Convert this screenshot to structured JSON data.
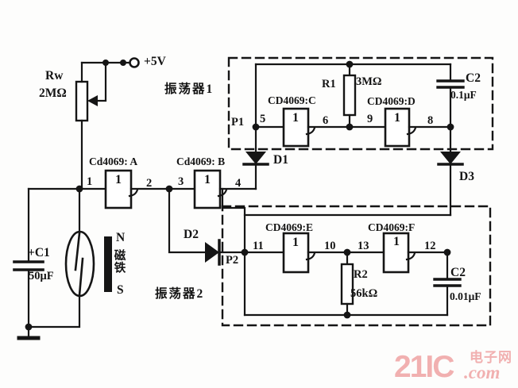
{
  "colors": {
    "line": "#151515",
    "watermark_pink": "#f1b0b0",
    "background": "#fdfdfc"
  },
  "power_label": "+5V",
  "rw": {
    "name": "Rw",
    "value": "2MΩ"
  },
  "c1": {
    "name": "+C1",
    "value": "50μF"
  },
  "magnet": {
    "n": "N",
    "body": "磁铁",
    "s": "S"
  },
  "gate_symbol": "1",
  "gates": {
    "a": "Cd4069: A",
    "b": "Cd4069: B",
    "c": "CD4069:C",
    "d": "CD4069:D",
    "e": "CD4069:E",
    "f": "CD4069:F"
  },
  "pins": {
    "a_in": "1",
    "a_out": "2",
    "b_in": "3",
    "b_out": "4",
    "c_in": "5",
    "c_out": "6",
    "d_in": "9",
    "d_out": "8",
    "e_in": "11",
    "e_out": "10",
    "f_in": "13",
    "f_out": "12"
  },
  "nodes": {
    "p1": "P1",
    "p2": "P2"
  },
  "diodes": {
    "d1": "D1",
    "d2": "D2",
    "d3": "D3"
  },
  "osc1": {
    "title": "振荡器1",
    "r": {
      "name": "R1",
      "value": "3MΩ"
    },
    "c": {
      "name": "C2",
      "value": "0.1μF"
    }
  },
  "osc2": {
    "title": "振荡器2",
    "r": {
      "name": "R2",
      "value": "56kΩ"
    },
    "c": {
      "name": "C2",
      "value": "0.01μF"
    }
  },
  "watermark": {
    "brand": "21IC",
    "site": "电子网",
    "domain": ".com"
  }
}
